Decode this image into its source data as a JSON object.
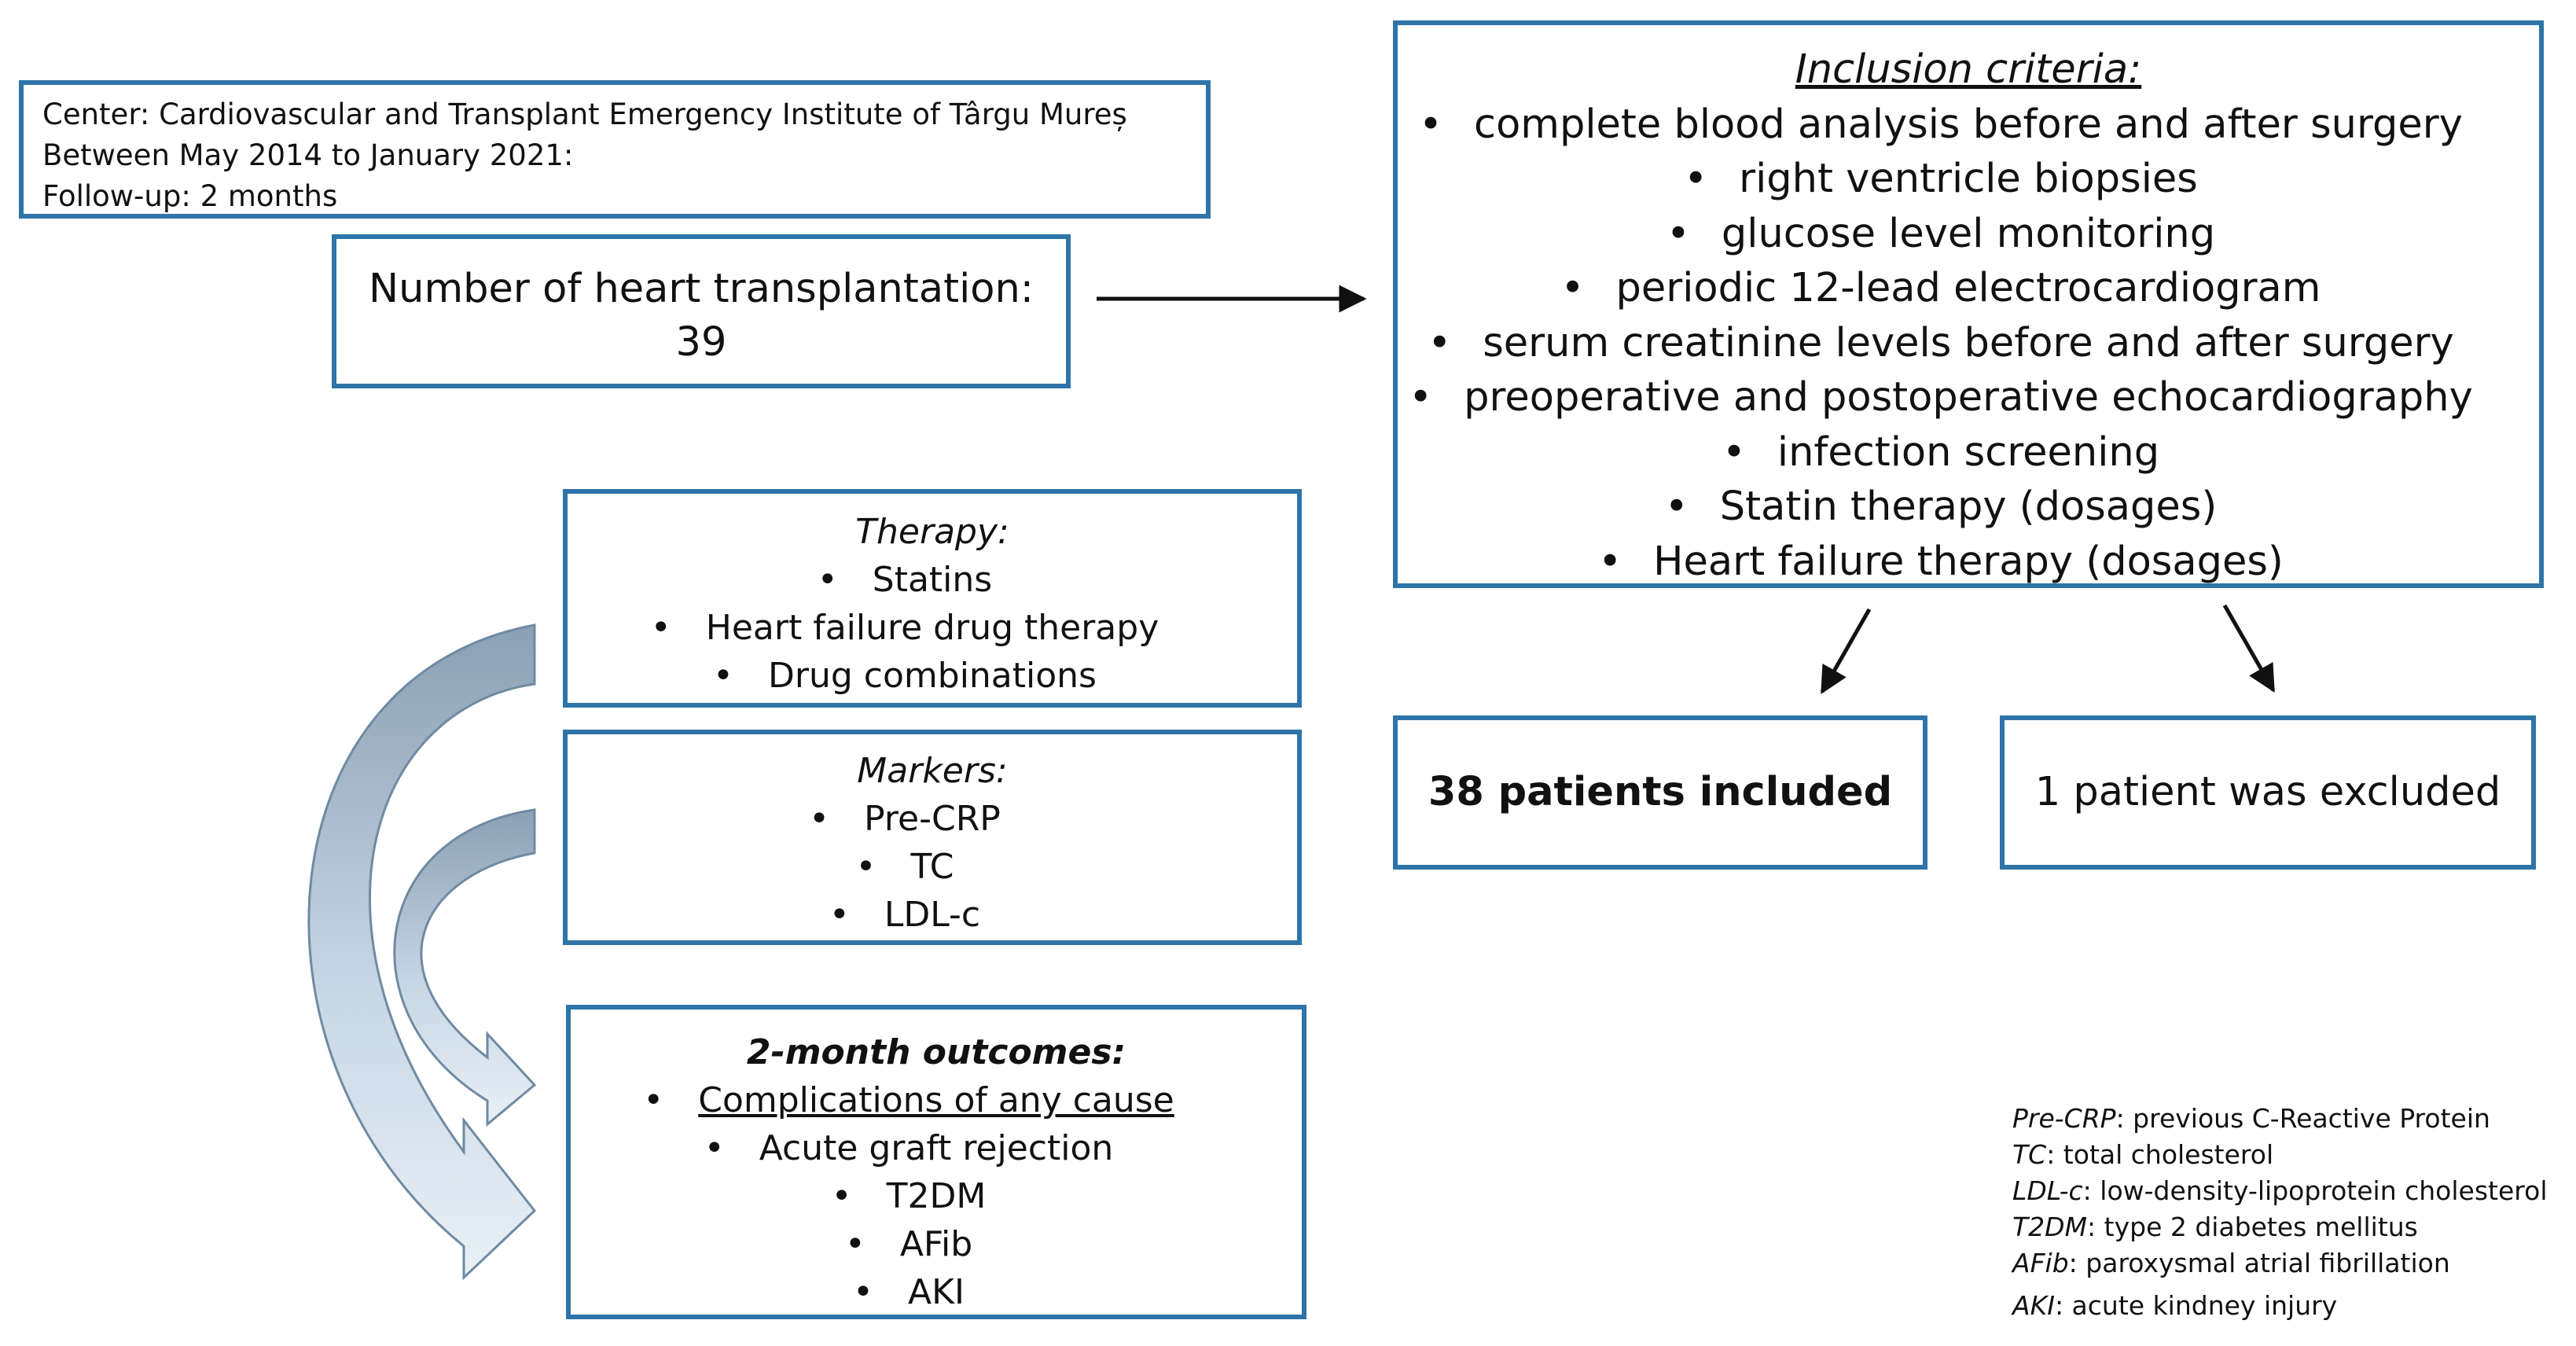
{
  "center_box": {
    "lines": [
      "Center: Cardiovascular and Transplant Emergency Institute of Târgu Mureș",
      "Between May 2014 to January 2021:",
      "Follow-up: 2 months"
    ]
  },
  "transplant_box": {
    "label": "Number of heart transplantation:",
    "value": "39"
  },
  "inclusion": {
    "title": "Inclusion criteria:",
    "items": [
      "complete blood analysis before and after surgery",
      "right ventricle biopsies",
      "glucose level monitoring",
      "periodic 12-lead electrocardiogram",
      "serum creatinine levels before and after surgery",
      "preoperative and postoperative echocardiography",
      "infection screening",
      "Statin therapy (dosages)",
      "Heart failure therapy (dosages)"
    ]
  },
  "included": {
    "label": "38 patients included"
  },
  "excluded": {
    "label": "1 patient was excluded"
  },
  "therapy": {
    "title": "Therapy:",
    "items": [
      "Statins",
      "Heart failure drug therapy",
      "Drug combinations"
    ]
  },
  "markers": {
    "title": "Markers:",
    "items": [
      "Pre-CRP",
      "TC",
      "LDL-c"
    ]
  },
  "outcomes": {
    "title": "2-month outcomes:",
    "items": [
      "Complications of any cause",
      "Acute graft rejection",
      "T2DM",
      "AFib",
      "AKI"
    ]
  },
  "legend": [
    {
      "abbr": "Pre-CRP",
      "def": ": previous C-Reactive Protein"
    },
    {
      "abbr": "TC",
      "def": ": total cholesterol"
    },
    {
      "abbr": "LDL-c",
      "def": ": low-density-lipoprotein cholesterol"
    },
    {
      "abbr": "T2DM",
      "def": ": type 2 diabetes mellitus"
    },
    {
      "abbr": "AFib",
      "def": ": paroxysmal atrial fibrillation"
    },
    {
      "abbr": "AKI",
      "def": ": acute kindney injury"
    }
  ],
  "colors": {
    "box_border": "#2e74a8",
    "curved_arrow_fill": "#c9d8e6",
    "curved_arrow_stroke": "#6f8aa3"
  }
}
